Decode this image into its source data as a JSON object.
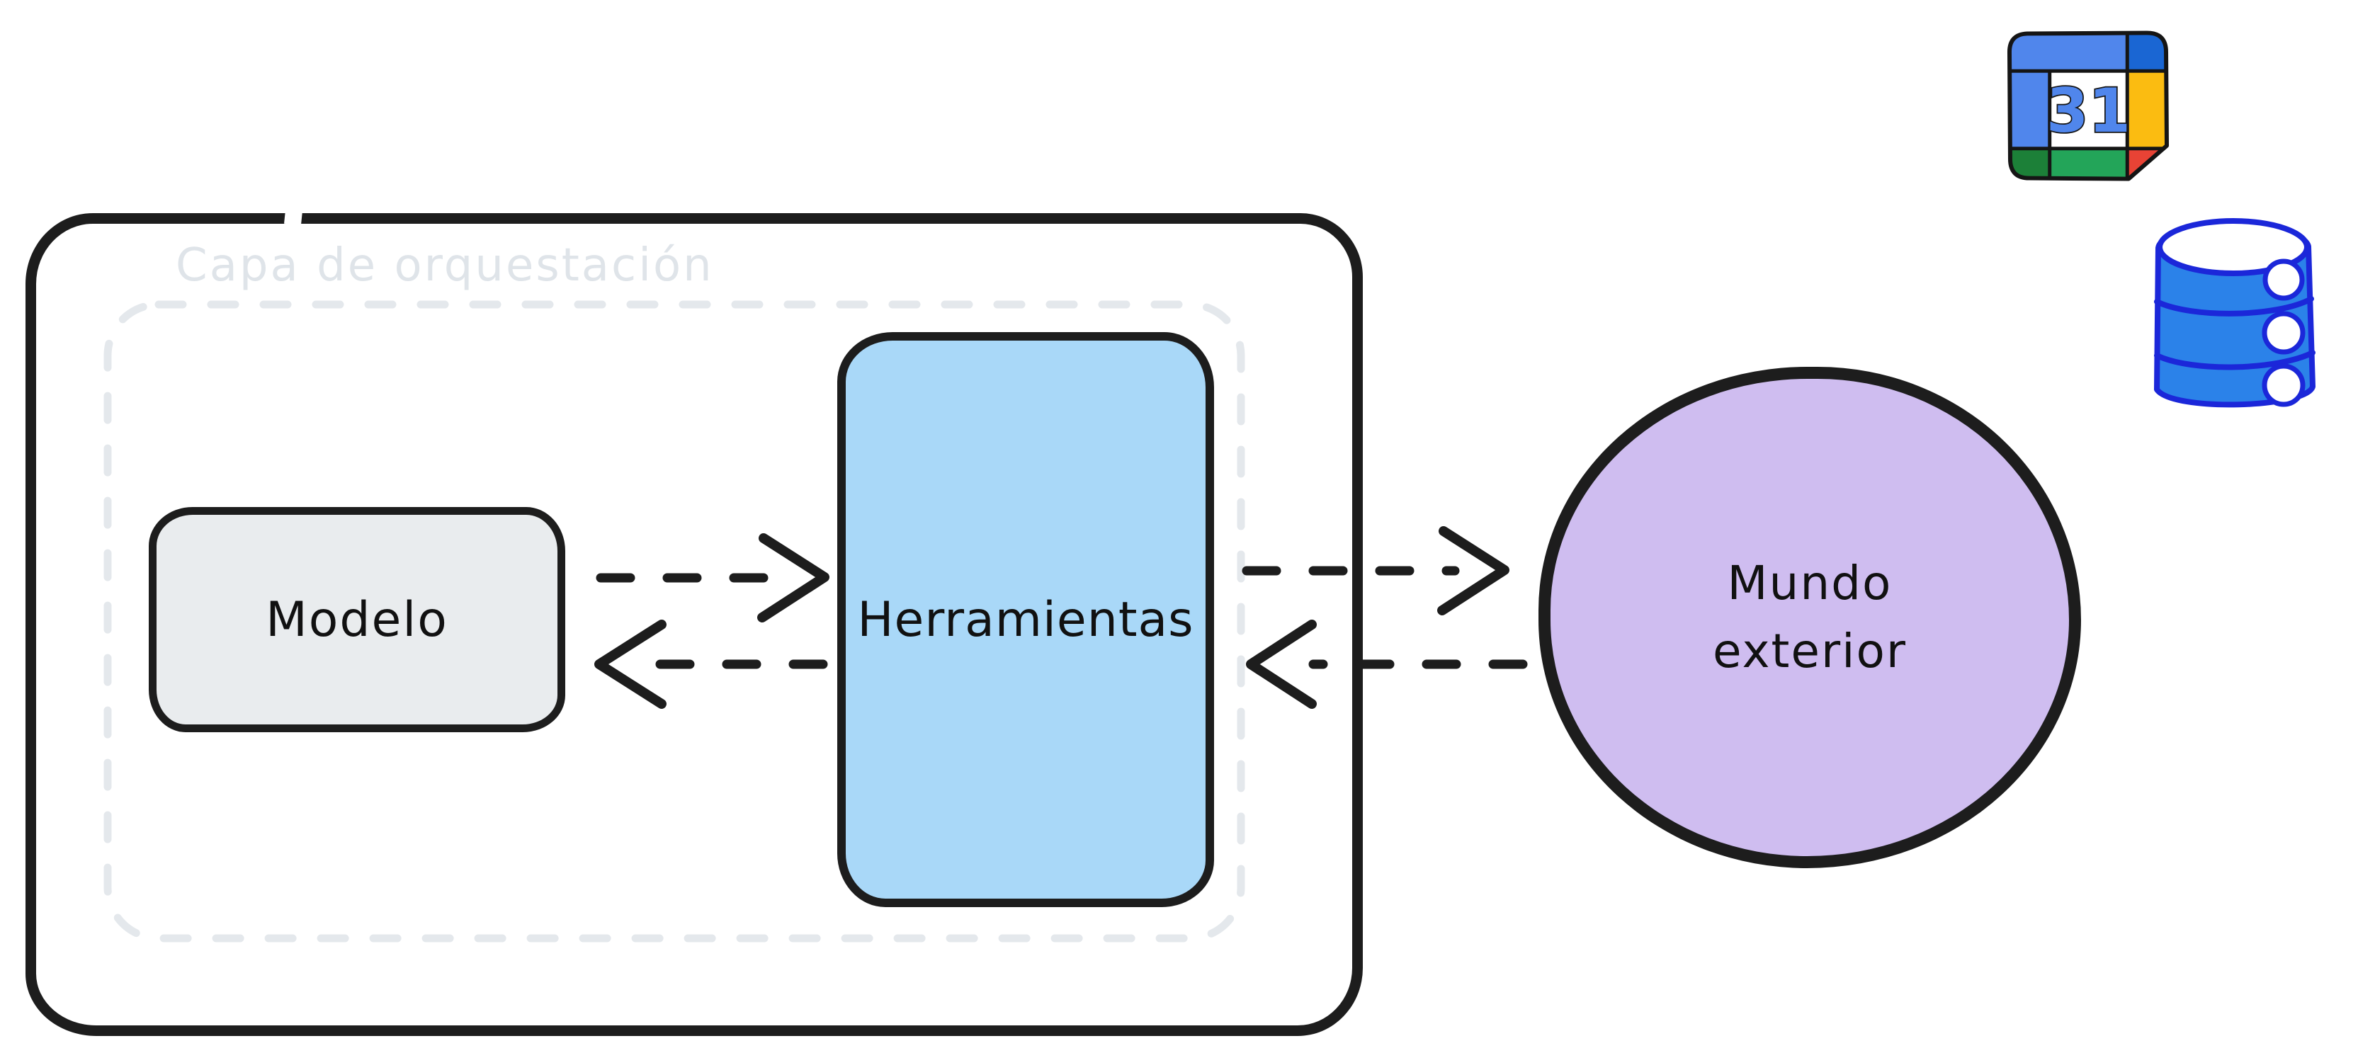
{
  "diagram": {
    "orchestration_label": "Capa de orquestación",
    "nodes": {
      "model": "Modelo",
      "tools": "Herramientas",
      "world_line1": "Mundo",
      "world_line2": "exterior"
    },
    "icons": {
      "calendar": "google-calendar-icon",
      "database": "database-icon",
      "calendar_day": "31"
    }
  },
  "colors": {
    "canvas_bg": "#ffffff",
    "stroke_dark": "#1d1d1d",
    "orchestration_label_color": "#dfe4e9",
    "inner_dashed_color": "#e4e8ec",
    "model_fill": "#e9ecee",
    "tools_fill": "#a9d8f8",
    "world_fill": "#cfbdf0",
    "db_fill": "#2b82e9",
    "db_stroke": "#1b27d9",
    "cal_blue": "#5086ec",
    "cal_dark_blue": "#1a66d3",
    "cal_yellow": "#fbbc11",
    "cal_green": "#23a559",
    "cal_dark_green": "#1c8038",
    "cal_red": "#e84335"
  }
}
